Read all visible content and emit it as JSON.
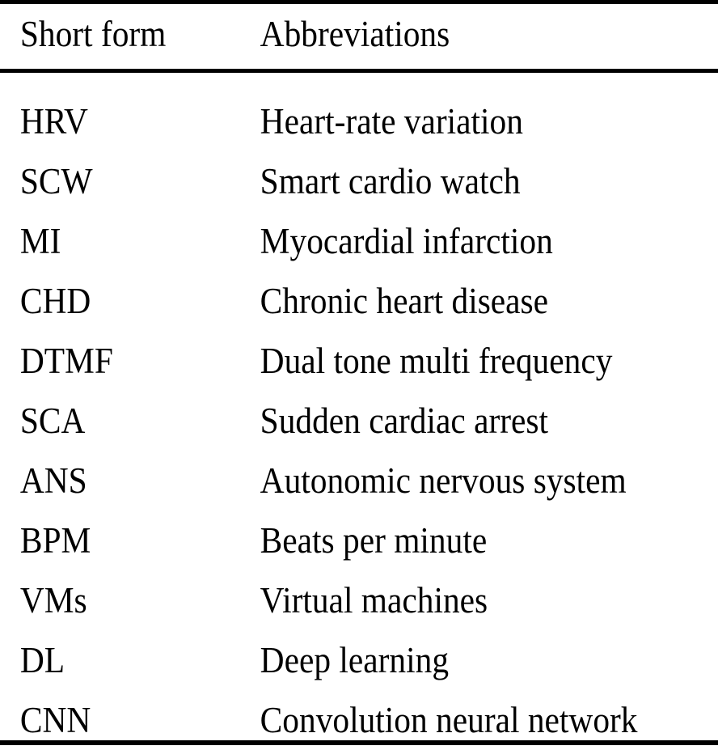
{
  "document": {
    "type": "abbreviations-table",
    "background_color": "#ffffff",
    "text_color": "#000000",
    "rule_color": "#000000"
  },
  "table": {
    "headers": {
      "short_form": "Short form",
      "abbreviations": "Abbreviations"
    },
    "rows": [
      {
        "short": "HRV",
        "full": "Heart-rate variation"
      },
      {
        "short": "SCW",
        "full": "Smart cardio watch"
      },
      {
        "short": "MI",
        "full": "Myocardial infarction"
      },
      {
        "short": "CHD",
        "full": "Chronic heart disease"
      },
      {
        "short": "DTMF",
        "full": "Dual tone multi frequency"
      },
      {
        "short": "SCA",
        "full": "Sudden cardiac arrest"
      },
      {
        "short": "ANS",
        "full": "Autonomic nervous system"
      },
      {
        "short": "BPM",
        "full": "Beats per minute"
      },
      {
        "short": "VMs",
        "full": "Virtual machines"
      },
      {
        "short": "DL",
        "full": "Deep learning"
      },
      {
        "short": "CNN",
        "full": "Convolution neural network"
      }
    ]
  }
}
